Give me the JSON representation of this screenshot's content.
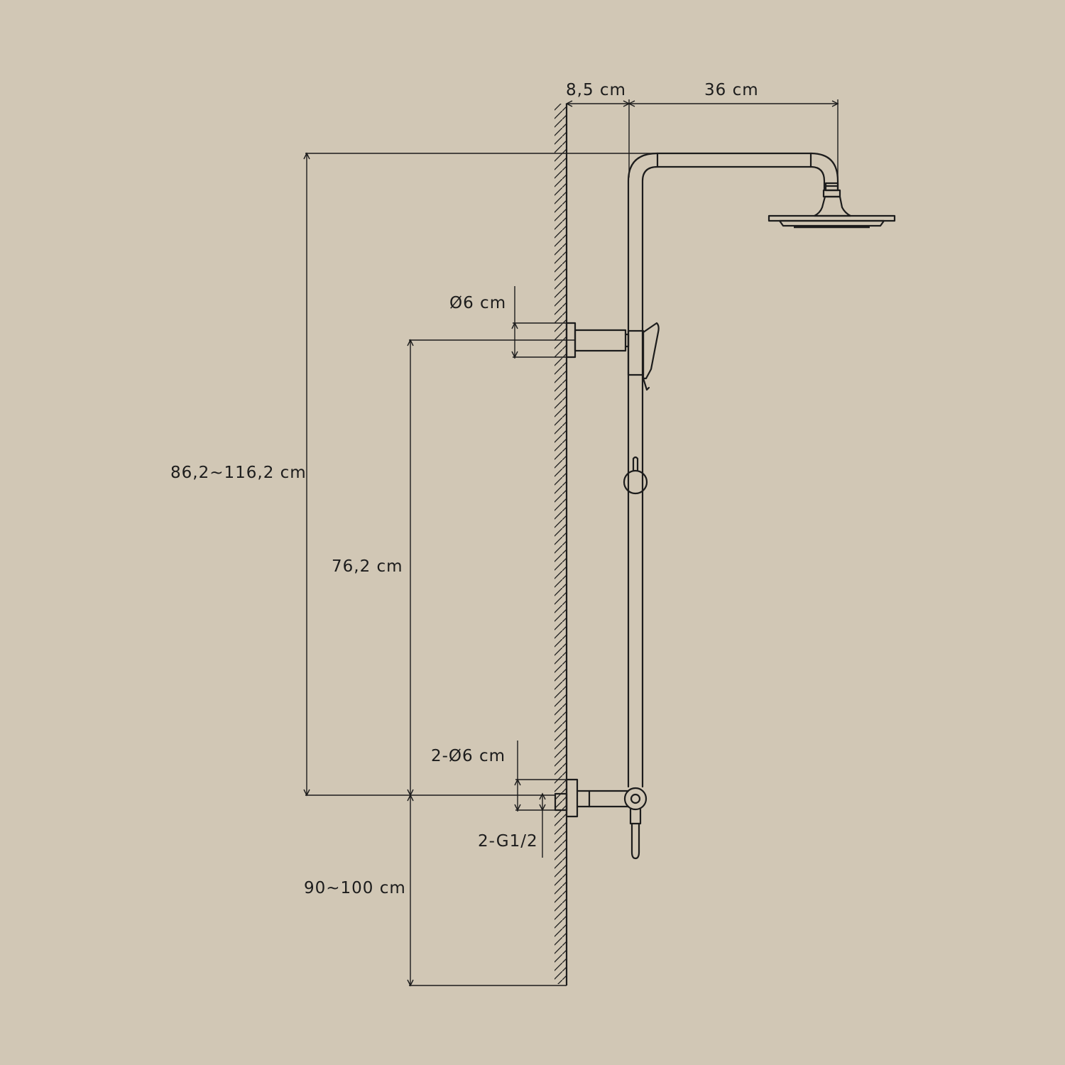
{
  "labels": {
    "offset_wall": "8,5 cm",
    "arm_length": "36 cm",
    "bracket_diameter": "Ø6 cm",
    "total_height": "86,2~116,2 cm",
    "bracket_to_inlet": "76,2 cm",
    "inlet_diameter": "2-Ø6 cm",
    "inlet_thread": "2-G1/2",
    "inlet_height": "90~100 cm"
  },
  "colors": {
    "background": "#d1c7b5",
    "line": "#1c1c1c"
  }
}
